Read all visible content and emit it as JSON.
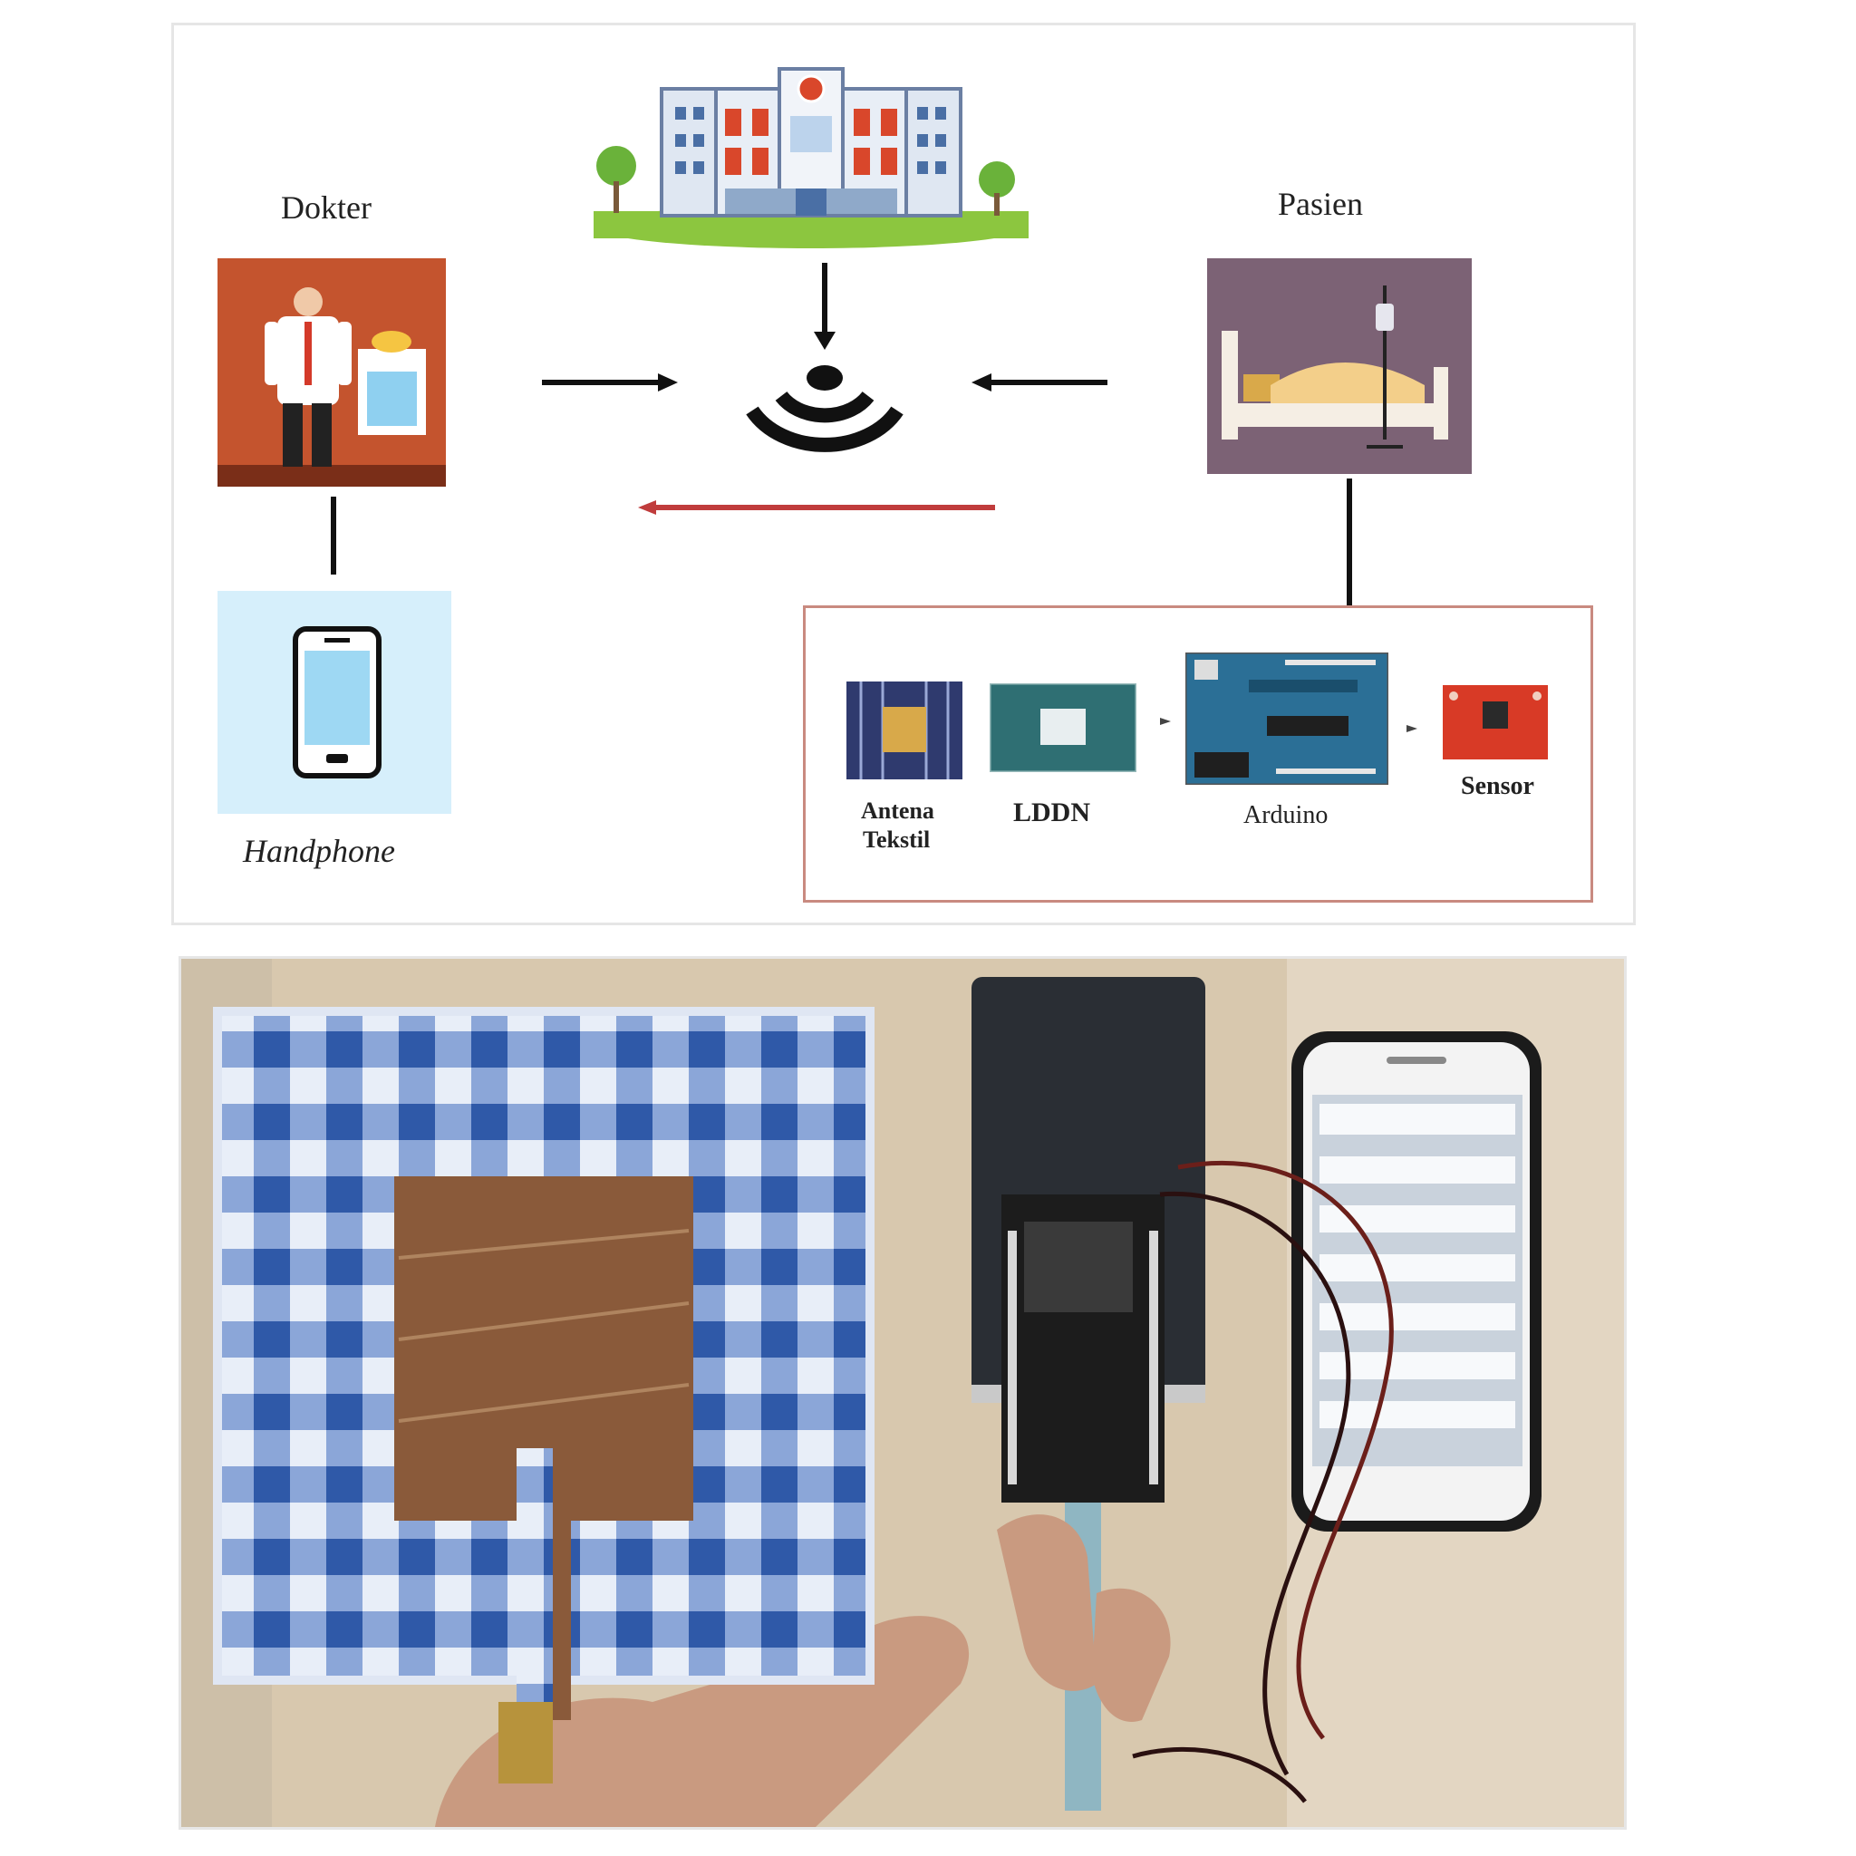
{
  "labels": {
    "doctor": "Dokter",
    "patient": "Pasien",
    "handphone": "Handphone",
    "sensor_1_line1": "Antena",
    "sensor_1_line2": "Tekstil",
    "sensor_2": "LDDN",
    "sensor_3": "Arduino",
    "sensor_4": "Sensor"
  },
  "icons": {
    "hospital": "hospital-building-icon",
    "doctor": "doctor-icon",
    "patient": "patient-bed-icon",
    "phone": "smartphone-icon",
    "wifi": "wifi-signal-icon"
  },
  "colors": {
    "doctor_bg": "#c4542e",
    "patient_bg": "#7c6275",
    "phone_bg": "#d6effb",
    "return_arrow": "#c03c3c",
    "module_border": "#c98a80",
    "fabric_blue": "#2f59a8",
    "fabric_light": "#c7d6ee",
    "copper": "#8a5a3a"
  }
}
